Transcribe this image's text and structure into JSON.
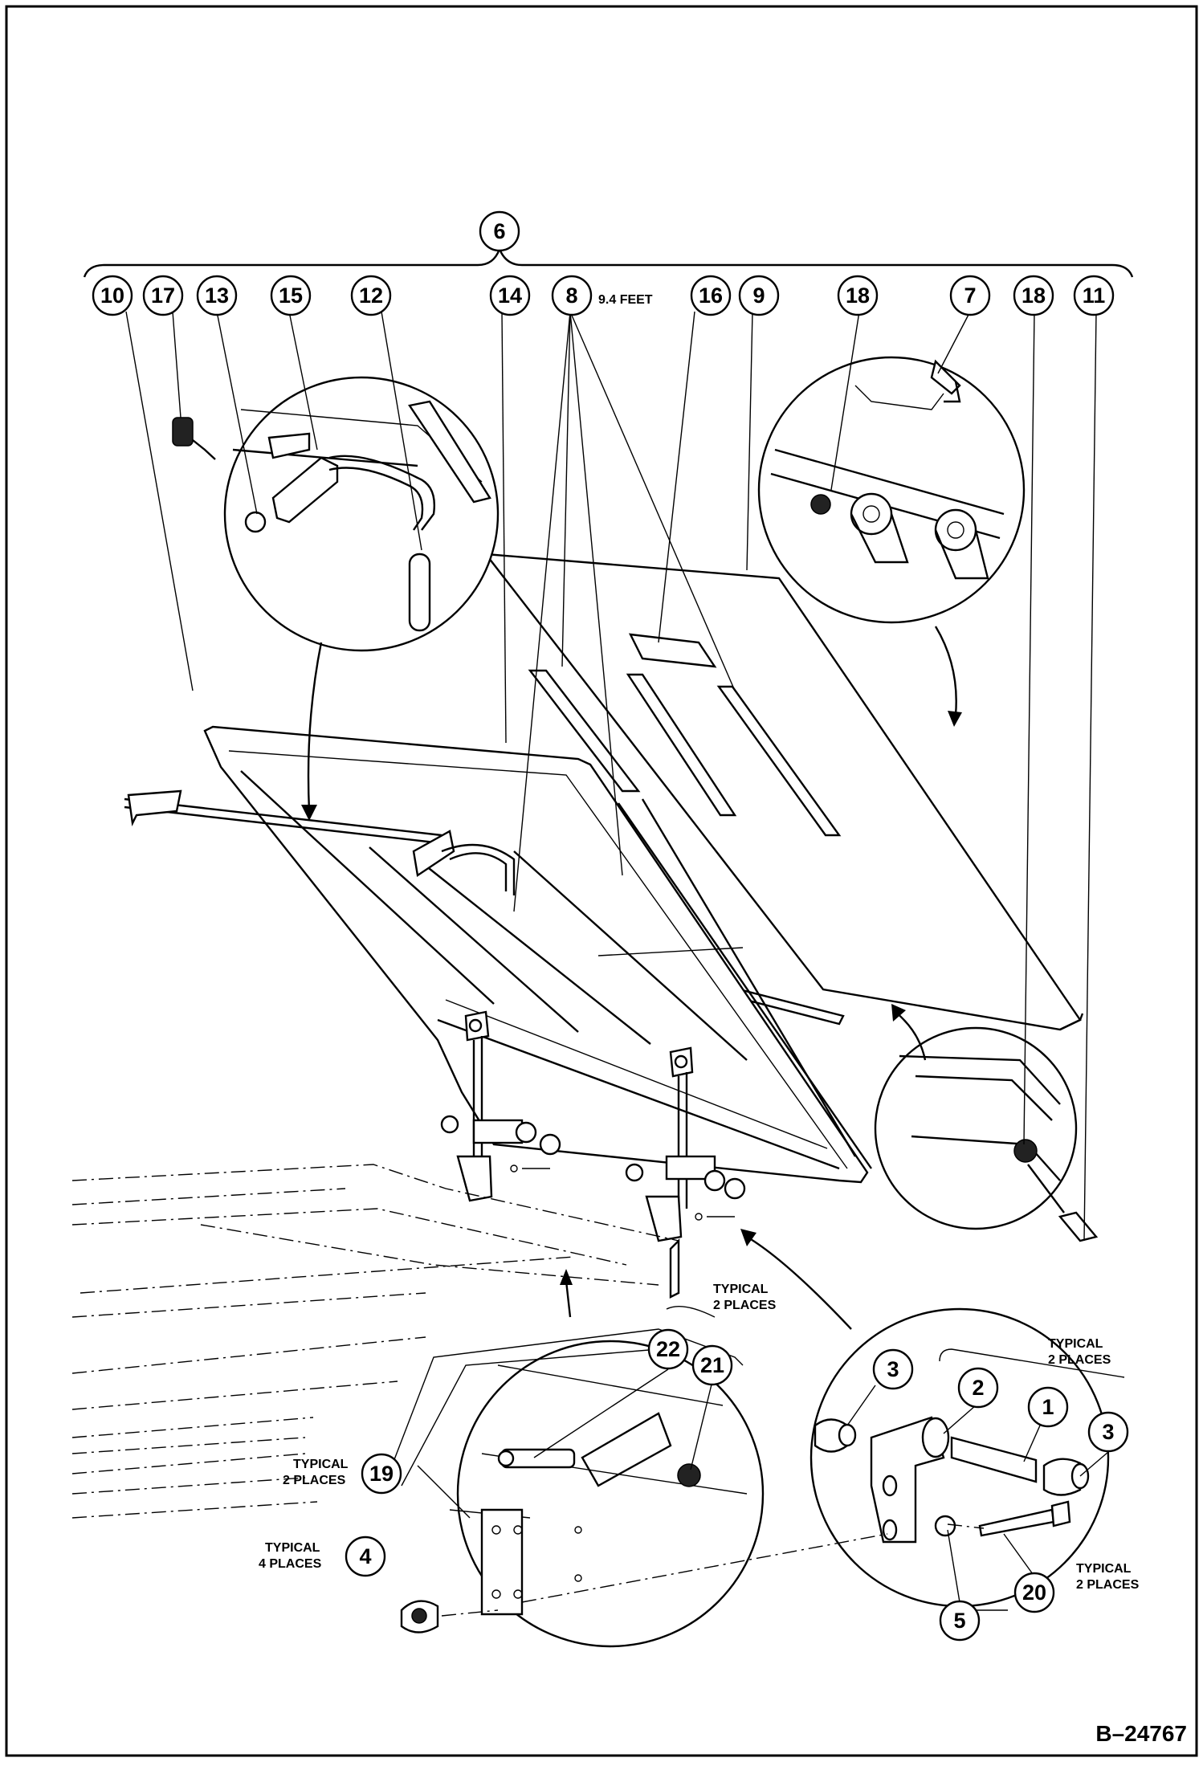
{
  "callouts": [
    {
      "id": "c6",
      "label": "6"
    },
    {
      "id": "c10",
      "label": "10"
    },
    {
      "id": "c17",
      "label": "17"
    },
    {
      "id": "c13",
      "label": "13"
    },
    {
      "id": "c15",
      "label": "15"
    },
    {
      "id": "c12",
      "label": "12"
    },
    {
      "id": "c14",
      "label": "14"
    },
    {
      "id": "c8",
      "label": "8"
    },
    {
      "id": "c16",
      "label": "16"
    },
    {
      "id": "c9",
      "label": "9"
    },
    {
      "id": "c18a",
      "label": "18"
    },
    {
      "id": "c7",
      "label": "7"
    },
    {
      "id": "c18b",
      "label": "18"
    },
    {
      "id": "c11",
      "label": "11"
    },
    {
      "id": "c22",
      "label": "22"
    },
    {
      "id": "c21",
      "label": "21"
    },
    {
      "id": "c3a",
      "label": "3"
    },
    {
      "id": "c2",
      "label": "2"
    },
    {
      "id": "c1",
      "label": "1"
    },
    {
      "id": "c3b",
      "label": "3"
    },
    {
      "id": "c19",
      "label": "19"
    },
    {
      "id": "c4",
      "label": "4"
    },
    {
      "id": "c5",
      "label": "5"
    },
    {
      "id": "c20",
      "label": "20"
    }
  ],
  "notes": {
    "feet": "9.4 FEET",
    "typical2_top": [
      "TYPICAL",
      "2 PLACES"
    ],
    "typical2_hinge": [
      "TYPICAL",
      "2 PLACES"
    ],
    "typical2_left": [
      "TYPICAL",
      "2 PLACES"
    ],
    "typical4": [
      "TYPICAL",
      "4 PLACES"
    ],
    "typical2_bolt": [
      "TYPICAL",
      "2 PLACES"
    ]
  },
  "doc_number": "B–24767"
}
